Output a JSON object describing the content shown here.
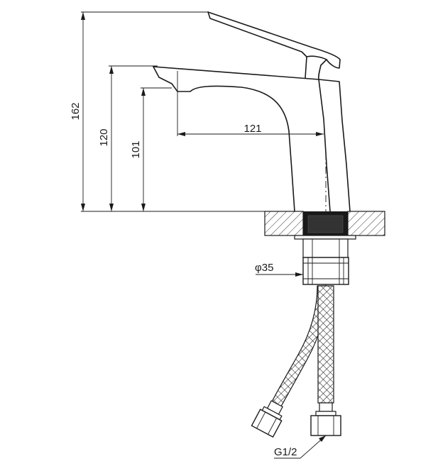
{
  "drawing": {
    "subject": "single-lever basin mixer tap",
    "dimensions": {
      "total_height": "162",
      "spout_height": "120",
      "outlet_height": "101",
      "spout_reach": "121",
      "base_diameter": "φ35",
      "hose_thread": "G1/2"
    }
  }
}
